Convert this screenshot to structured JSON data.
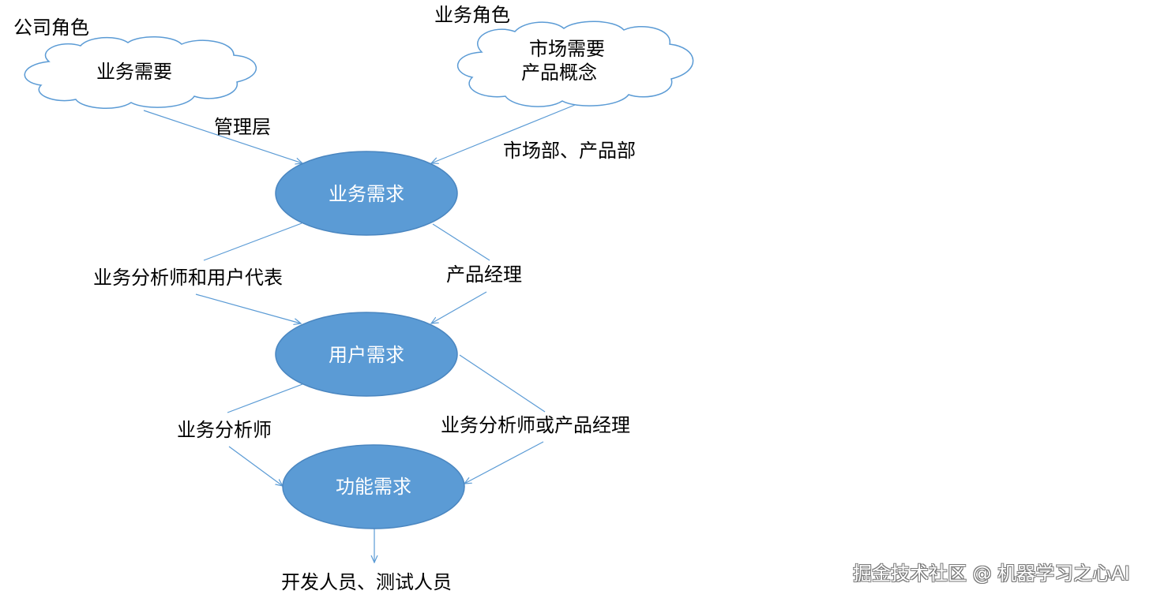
{
  "roles": {
    "company_role": "公司角色",
    "business_role": "业务角色"
  },
  "clouds": {
    "business_need": "业务需要",
    "market_need": "市场需要",
    "product_concept": "产品概念"
  },
  "nodes": {
    "business_req": "业务需求",
    "user_req": "用户需求",
    "function_req": "功能需求"
  },
  "edges": {
    "management": "管理层",
    "market_product_dept": "市场部、产品部",
    "ba_and_user_rep": "业务分析师和用户代表",
    "product_manager": "产品经理",
    "business_analyst": "业务分析师",
    "ba_or_pm": "业务分析师或产品经理",
    "dev_test": "开发人员、测试人员"
  },
  "watermark": "掘金技术社区 @ 机器学习之心AI",
  "colors": {
    "node_fill": "#5b9bd5",
    "line": "#5b9bd5",
    "cloud_stroke": "#5b9bd5"
  }
}
